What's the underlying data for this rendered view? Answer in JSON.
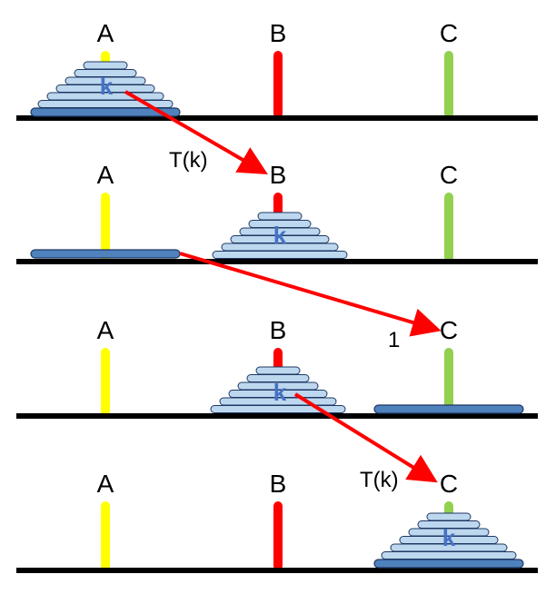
{
  "pegs": [
    "A",
    "B",
    "C"
  ],
  "stack_label": "k",
  "arrow_labels": {
    "move_k_to_b": "T(k)",
    "move_largest_to_c": "1",
    "move_k_to_c": "T(k)"
  },
  "colors": {
    "peg_a": "#ffff00",
    "peg_b": "#ff0000",
    "peg_c": "#92d050",
    "small_disk_fill": "#bdd7ee",
    "large_disk_fill": "#4f81bd",
    "disk_outline": "#1f3864",
    "disk_label": "#4472c4",
    "arrow": "#ff0000",
    "base": "#000000"
  },
  "stages": [
    {
      "peg_a_disks": "stack+largest",
      "peg_b_disks": "none",
      "peg_c_disks": "none"
    },
    {
      "peg_a_disks": "largest",
      "peg_b_disks": "stack",
      "peg_c_disks": "none"
    },
    {
      "peg_a_disks": "none",
      "peg_b_disks": "stack",
      "peg_c_disks": "largest"
    },
    {
      "peg_a_disks": "none",
      "peg_b_disks": "none",
      "peg_c_disks": "stack+largest"
    }
  ]
}
